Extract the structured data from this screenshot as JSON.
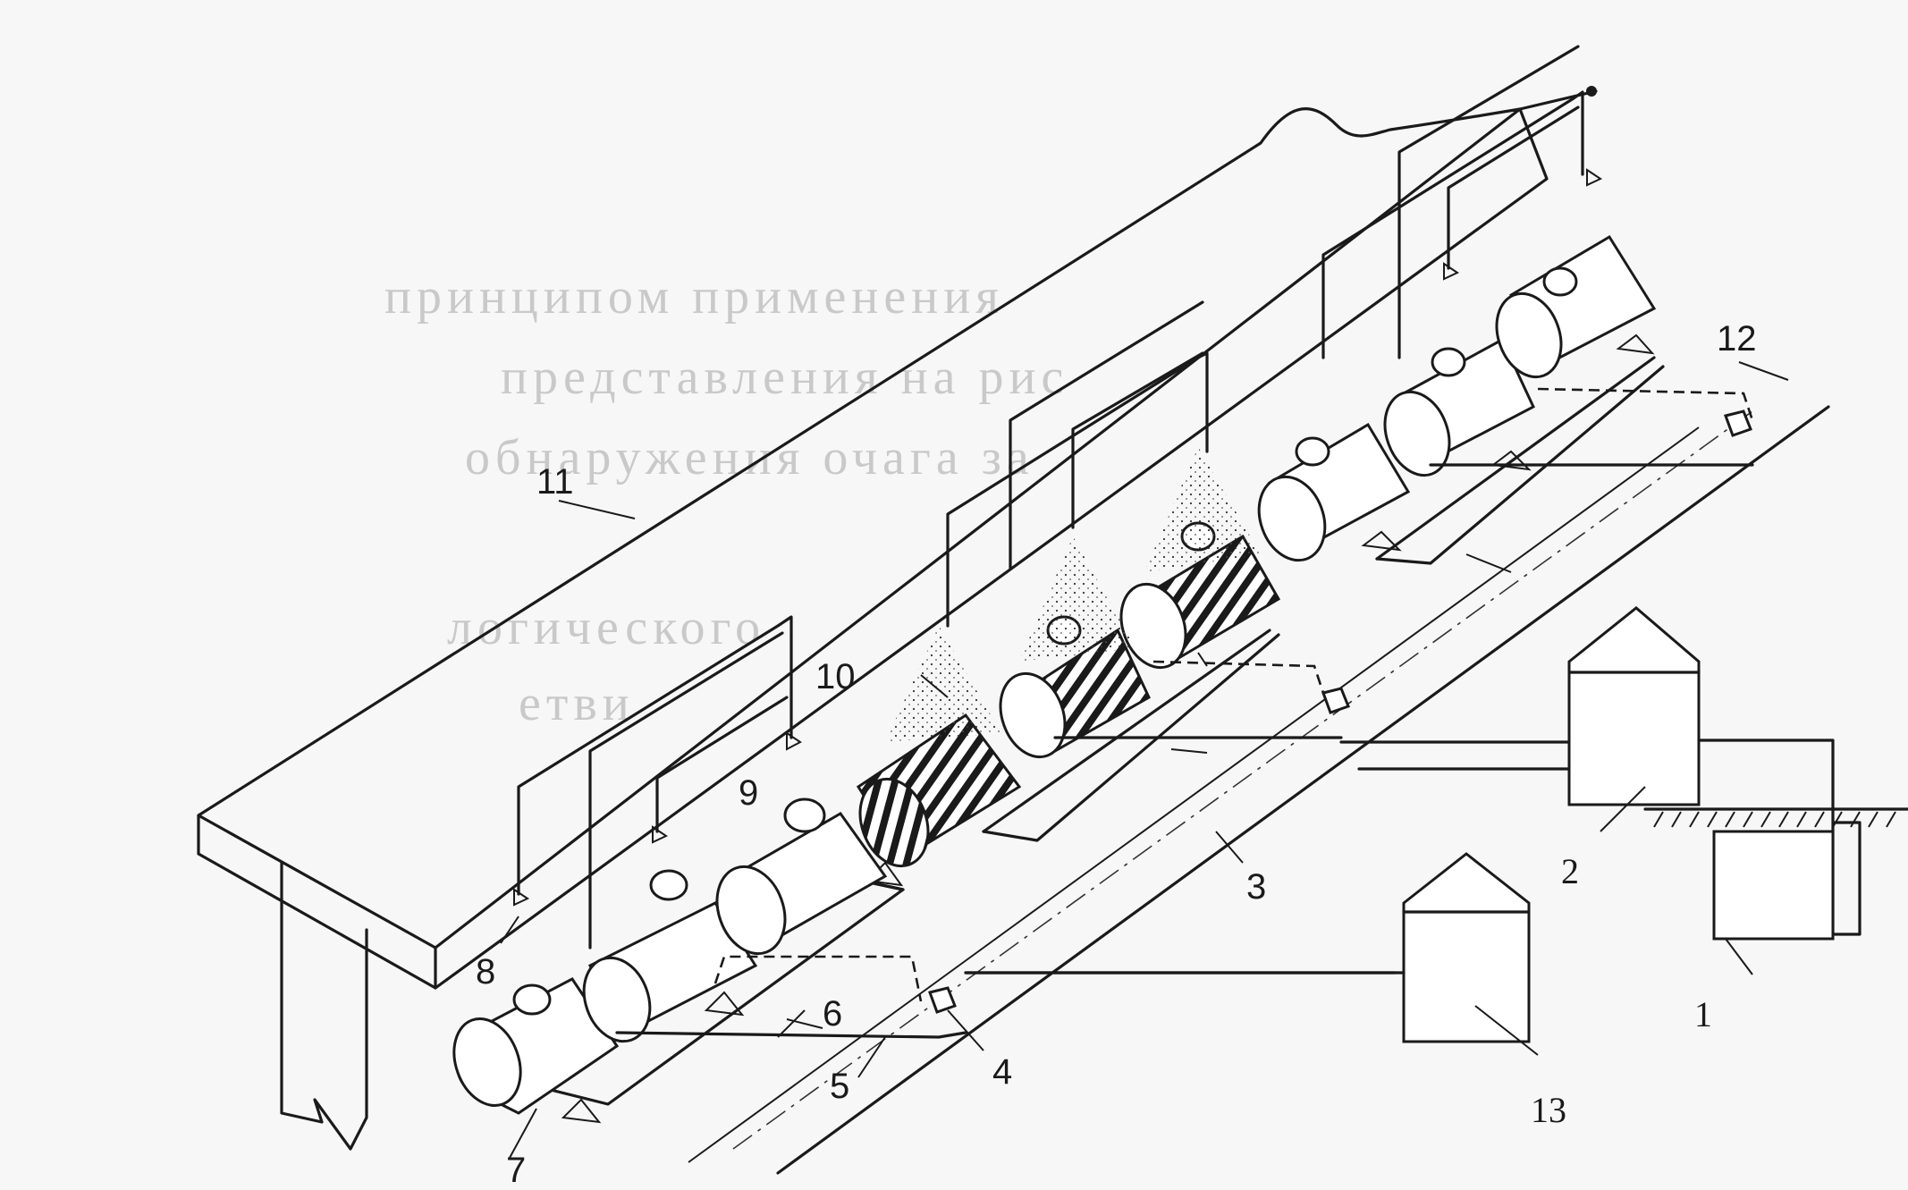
{
  "labels": {
    "n1": "1",
    "n2": "2",
    "n3": "3",
    "n4": "4",
    "n5": "5",
    "n6": "6",
    "n7": "7",
    "n8": "8",
    "n9": "9",
    "n10": "10",
    "n11": "11",
    "n12": "12",
    "n13": "13"
  },
  "background_text": {
    "line1": "принципом применения",
    "line2": "представления на рис",
    "line3": "обнаружения очага за",
    "line4": "логического",
    "line5": "етви"
  },
  "colors": {
    "ink": "#1a1a1a",
    "paper": "#f7f7f7",
    "bleed": "#c9c9c9"
  }
}
